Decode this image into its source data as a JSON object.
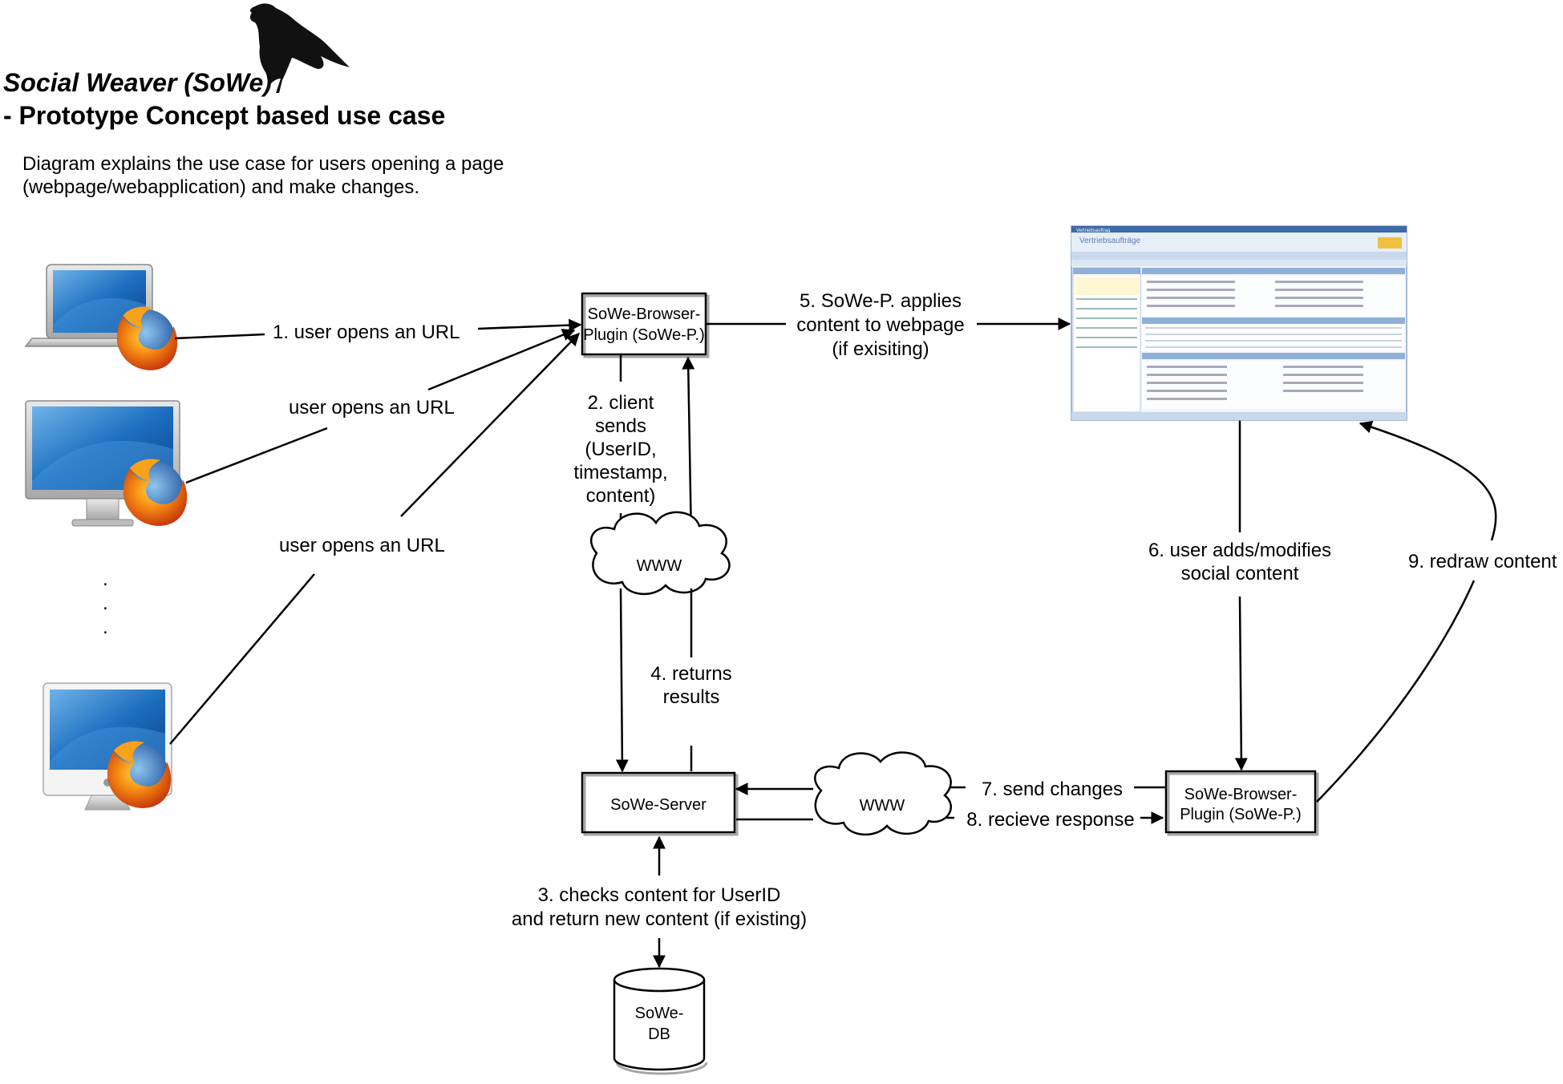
{
  "title": {
    "line1": "Social Weaver (SoWe)",
    "line2": "- Prototype Concept based use case"
  },
  "description": {
    "line1": "Diagram explains the use case for users opening a page",
    "line2": "(webpage/webapplication) and make changes."
  },
  "clients": {
    "ellipsis": ".",
    "items": [
      {
        "name": "laptop"
      },
      {
        "name": "monitor"
      },
      {
        "name": "imac"
      }
    ]
  },
  "boxes": {
    "plugin_top": {
      "line1": "SoWe-Browser-",
      "line2": "Plugin (SoWe-P.)"
    },
    "server": {
      "line1": "SoWe-Server"
    },
    "plugin_bottom": {
      "line1": "SoWe-Browser-",
      "line2": "Plugin (SoWe-P.)"
    },
    "db": {
      "line1": "SoWe-",
      "line2": "DB"
    }
  },
  "clouds": {
    "top": "WWW",
    "bottom": "WWW"
  },
  "labels": {
    "step1": "1. user opens an URL",
    "open2": "user opens an URL",
    "open3": "user opens an URL",
    "step2": [
      "2. client",
      "sends",
      "(UserID,",
      "timestamp,",
      "content)"
    ],
    "step3": [
      "3. checks content for UserID",
      "and return new content (if existing)"
    ],
    "step4": [
      "4. returns",
      "results"
    ],
    "step5": [
      "5. SoWe-P. applies",
      "content to webpage",
      "(if exisiting)"
    ],
    "step6": [
      "6. user adds/modifies",
      "social content"
    ],
    "step7": "7. send changes",
    "step8": "8. recieve response",
    "step9": "9. redraw content"
  },
  "webapp": {
    "window_title": "Vertriebsauftrag",
    "heading": "Vertriebsaufträge"
  }
}
